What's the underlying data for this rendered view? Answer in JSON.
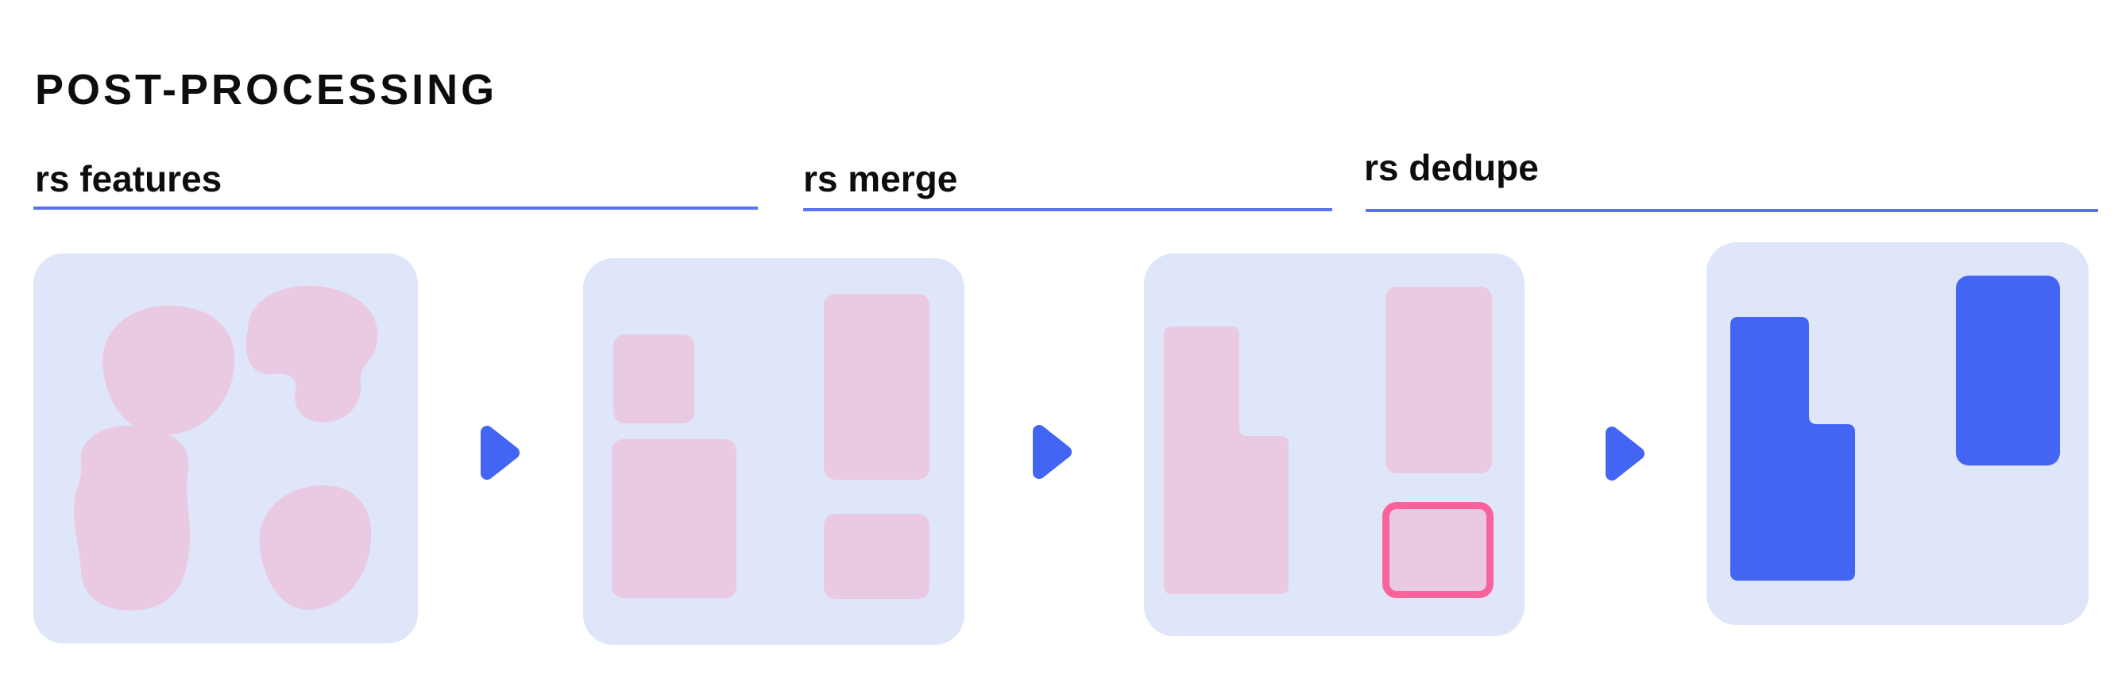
{
  "page": {
    "title": "POST-PROCESSING"
  },
  "pipeline": {
    "steps": [
      {
        "label": "rs features"
      },
      {
        "label": "rs merge"
      },
      {
        "label": "rs dedupe"
      }
    ],
    "arrow_icon": "right-pointing-triangle"
  },
  "colors": {
    "background": "#ffffff",
    "text": "#0d0d0d",
    "panel": "#e0e6fa",
    "pink": "#eacae3",
    "pink_outline": "#f8639b",
    "blue": "#4365f4",
    "underline": "#5a73f0"
  }
}
